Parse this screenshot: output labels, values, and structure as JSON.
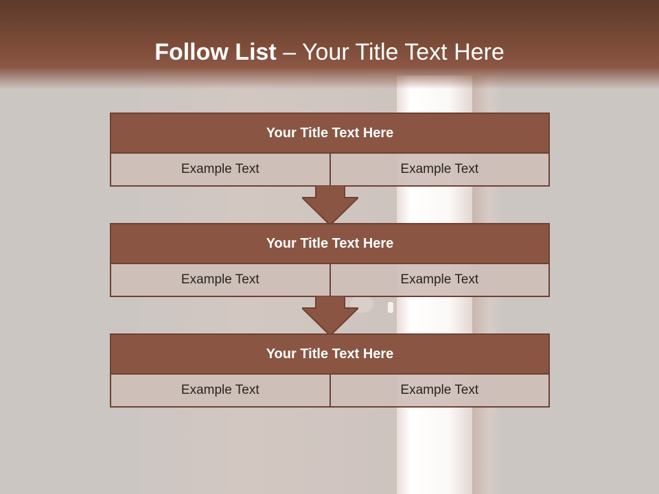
{
  "slide": {
    "title_bold": "Follow List",
    "title_rest": "– Your Title Text Here"
  },
  "steps": [
    {
      "title": "Your Title Text Here",
      "left": "Example Text",
      "right": "Example Text"
    },
    {
      "title": "Your Title Text Here",
      "left": "Example Text",
      "right": "Example Text"
    },
    {
      "title": "Your Title Text Here",
      "left": "Example Text",
      "right": "Example Text"
    }
  ],
  "colors": {
    "header_fill": "#8a5643",
    "border": "#6e4131",
    "cell_fill": "#cebeb8",
    "arrow_fill": "#8a5643"
  }
}
